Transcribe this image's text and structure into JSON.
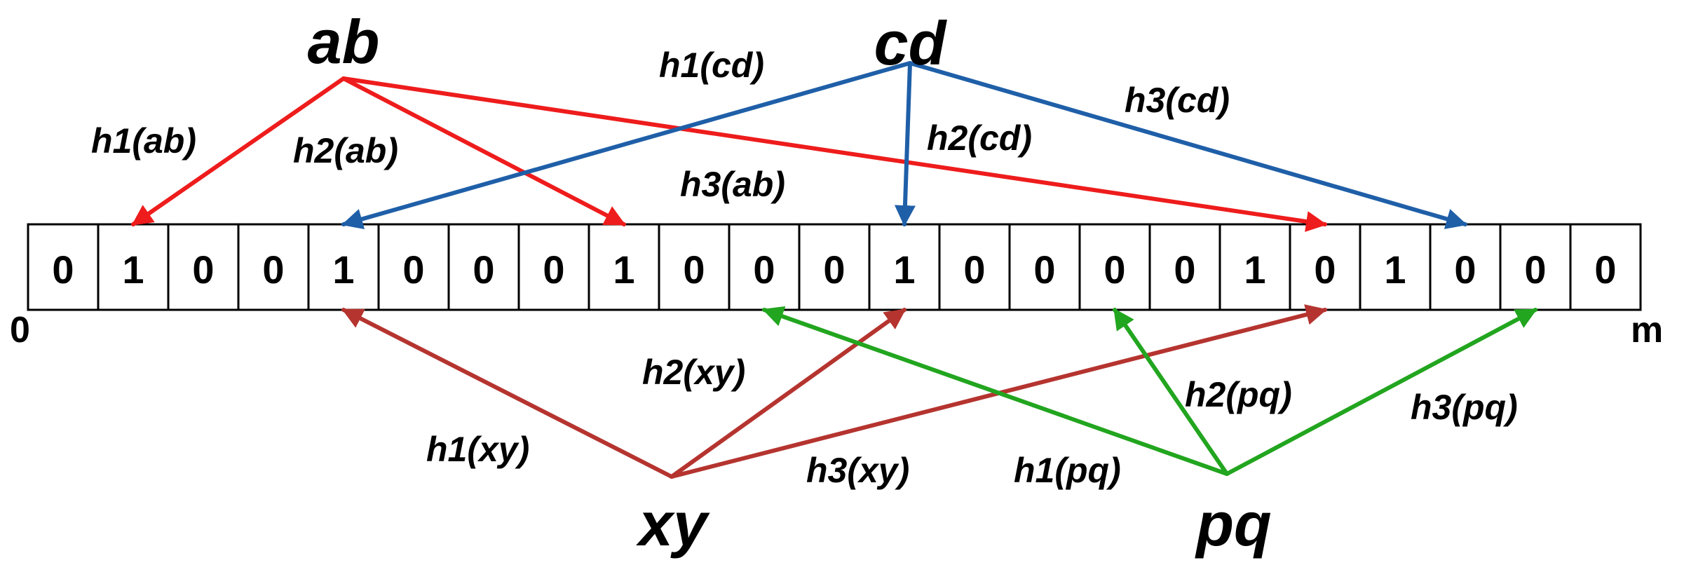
{
  "bit_array": {
    "bits": [
      "0",
      "1",
      "0",
      "0",
      "1",
      "0",
      "0",
      "0",
      "1",
      "0",
      "0",
      "0",
      "1",
      "0",
      "0",
      "0",
      "0",
      "1",
      "0",
      "1",
      "0",
      "0",
      "0"
    ],
    "start_label": "0",
    "end_label": "m"
  },
  "colors": {
    "ab": "#ee1c1c",
    "cd": "#1f5fa8",
    "xy": "#b5342f",
    "pq": "#22a51f"
  },
  "elements": [
    {
      "id": "ab",
      "label": "ab",
      "group": "top",
      "target_cells": [
        1,
        8,
        18
      ],
      "hash_labels": [
        "h1(ab)",
        "h2(ab)",
        "h3(ab)"
      ]
    },
    {
      "id": "cd",
      "label": "cd",
      "group": "top",
      "target_cells": [
        4,
        12,
        20
      ],
      "hash_labels": [
        "h1(cd)",
        "h2(cd)",
        "h3(cd)"
      ]
    },
    {
      "id": "xy",
      "label": "xy",
      "group": "bottom",
      "target_cells": [
        4,
        12,
        18
      ],
      "hash_labels": [
        "h1(xy)",
        "h2(xy)",
        "h3(xy)"
      ]
    },
    {
      "id": "pq",
      "label": "pq",
      "group": "bottom",
      "target_cells": [
        10,
        15,
        21
      ],
      "hash_labels": [
        "h1(pq)",
        "h2(pq)",
        "h3(pq)"
      ]
    }
  ]
}
